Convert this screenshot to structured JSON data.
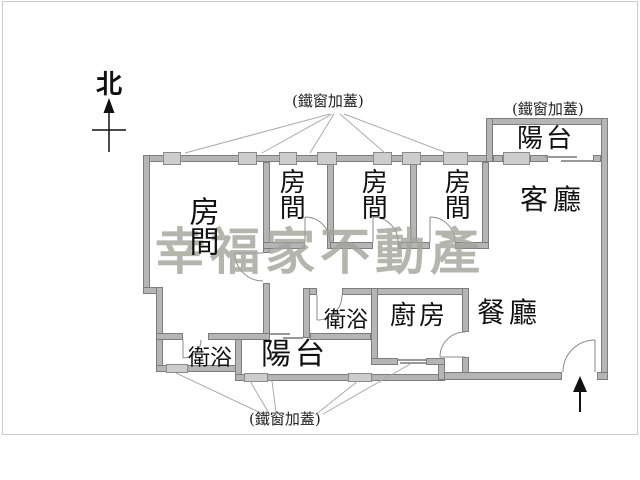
{
  "compass": {
    "north_label": "北"
  },
  "watermark": {
    "text": "幸福家不動產",
    "color": "#a2a49b"
  },
  "annotations": {
    "iron_window_top": "(鐵窗加蓋)",
    "iron_window_top_right": "(鐵窗加蓋)",
    "iron_window_bottom": "(鐵窗加蓋)"
  },
  "rooms": {
    "master_bedroom": "房間",
    "bedroom_2": "房間",
    "bedroom_3": "房間",
    "bedroom_4": "房間",
    "living_room": "客廳",
    "dining_room": "餐廳",
    "kitchen": "廚房",
    "bathroom_main": "衛浴",
    "bathroom_2": "衛浴",
    "balcony_front": "陽台",
    "balcony_rear": "陽台"
  },
  "colors": {
    "wall": "#b5b5b5",
    "window": "#cdcdcd",
    "outline": "#7d7d7d"
  }
}
